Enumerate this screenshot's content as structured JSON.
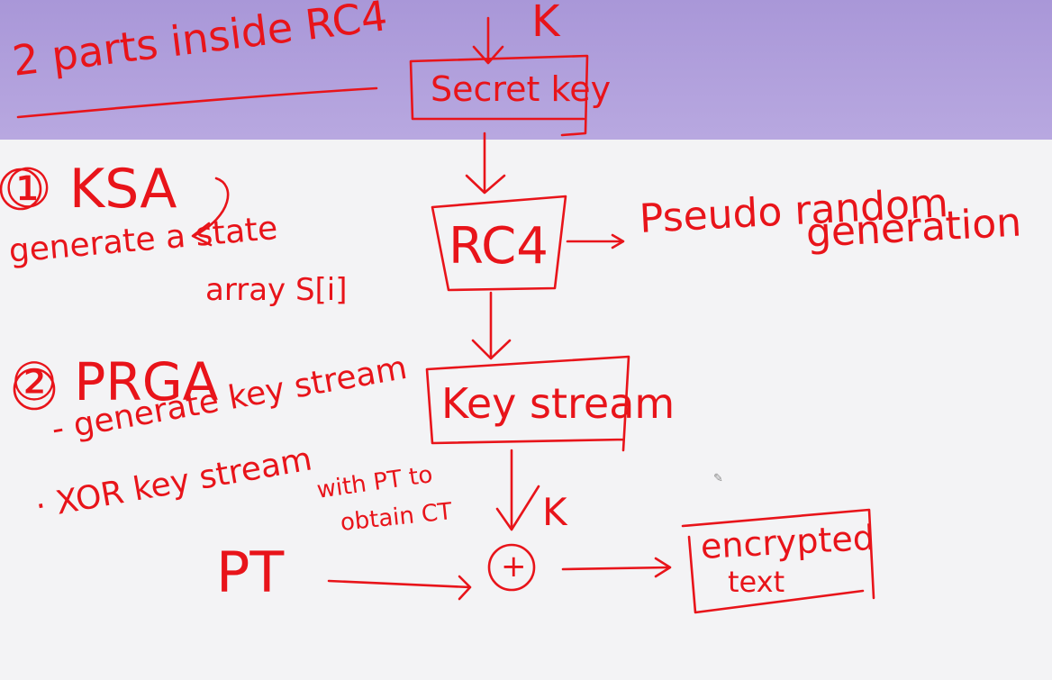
{
  "heading": "2 parts inside RC4",
  "ksa": {
    "label": "① KSA",
    "desc_line1": "generate a state",
    "desc_line2": "array S[i]"
  },
  "prga": {
    "label": "② PRGA",
    "bullet1": "- generate key stream",
    "bullet2": "· XOR key stream",
    "bullet2_note_line1": "with PT to",
    "bullet2_note_line2": "obtain CT"
  },
  "flow": {
    "k_top": "K",
    "secret_key": "Secret key",
    "rc4": "RC4",
    "prng_line1": "Pseudo random",
    "prng_line2": "generation",
    "key_stream": "Key stream",
    "k_xor": "K",
    "xor_symbol": "+",
    "pt": "PT",
    "encrypted_line1": "encrypted",
    "encrypted_line2": "text"
  },
  "colors": {
    "ink": "#e8141a",
    "band": "#b19fdc",
    "paper": "#f3f3f5"
  },
  "icons": {
    "cursor": "pencil-icon"
  }
}
